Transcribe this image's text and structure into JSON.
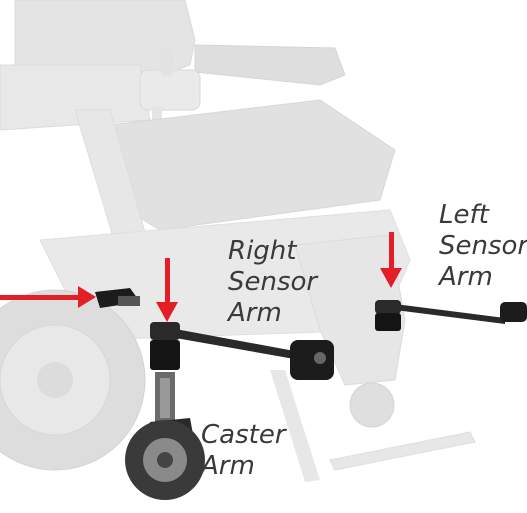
{
  "labels": {
    "right_sensor_arm": "Right\nSensor\nArm",
    "left_sensor_arm": "Left\nSensor\nArm",
    "caster_arm": "Caster\nArm"
  },
  "colors": {
    "arrow": "#e41e26",
    "label_text": "#3a3a3a",
    "faded_chair": "#cfcfcf",
    "sensor_dark": "#1c1c1c"
  }
}
